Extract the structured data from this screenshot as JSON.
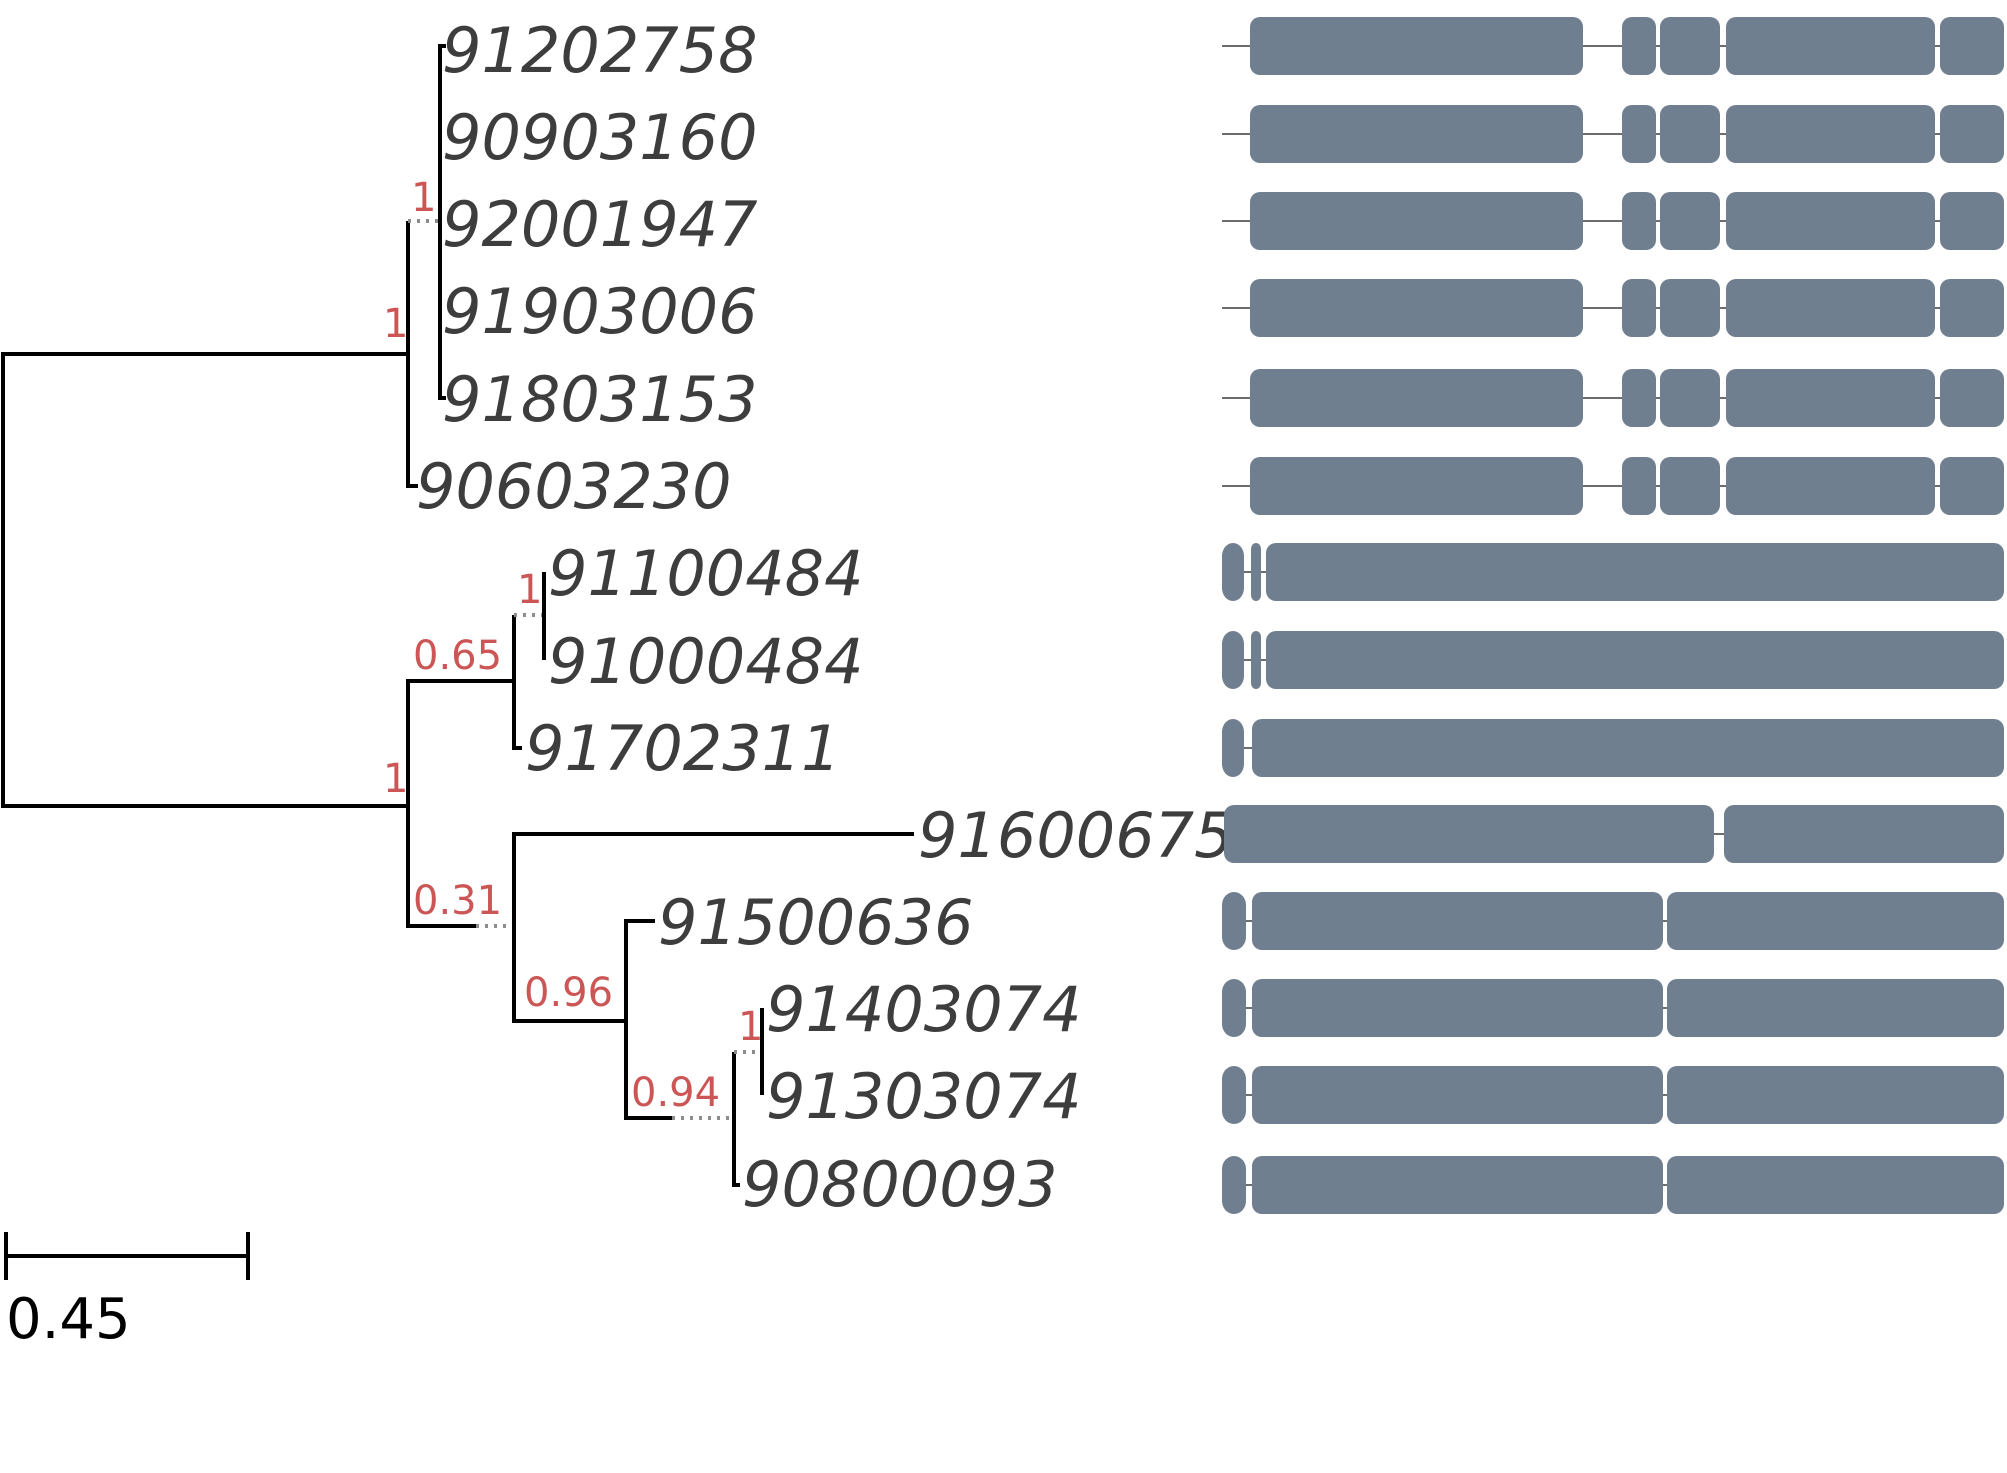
{
  "tree": {
    "leaves": [
      {
        "id": "91202758",
        "model": "A"
      },
      {
        "id": "90903160",
        "model": "A"
      },
      {
        "id": "92001947",
        "model": "A"
      },
      {
        "id": "91903006",
        "model": "A"
      },
      {
        "id": "91803153",
        "model": "A"
      },
      {
        "id": "90603230",
        "model": "A"
      },
      {
        "id": "91100484",
        "model": "B"
      },
      {
        "id": "91000484",
        "model": "B"
      },
      {
        "id": "91702311",
        "model": "C"
      },
      {
        "id": "91600675",
        "model": "D"
      },
      {
        "id": "91500636",
        "model": "E"
      },
      {
        "id": "91403074",
        "model": "E"
      },
      {
        "id": "91303074",
        "model": "E"
      },
      {
        "id": "90800093",
        "model": "E"
      }
    ],
    "support_values": [
      "1",
      "1",
      "1",
      "0.65",
      "1",
      "0.31",
      "0.96",
      "1",
      "0.94"
    ]
  },
  "scale_bar": {
    "label": "0.45"
  },
  "colors": {
    "branch": "#000000",
    "dotted_branch": "#8c8c8c",
    "support_text": "#cc5555",
    "leaf_text": "#3d3d3d",
    "exon": "#707f8f",
    "intron": "#3d3d3d"
  }
}
